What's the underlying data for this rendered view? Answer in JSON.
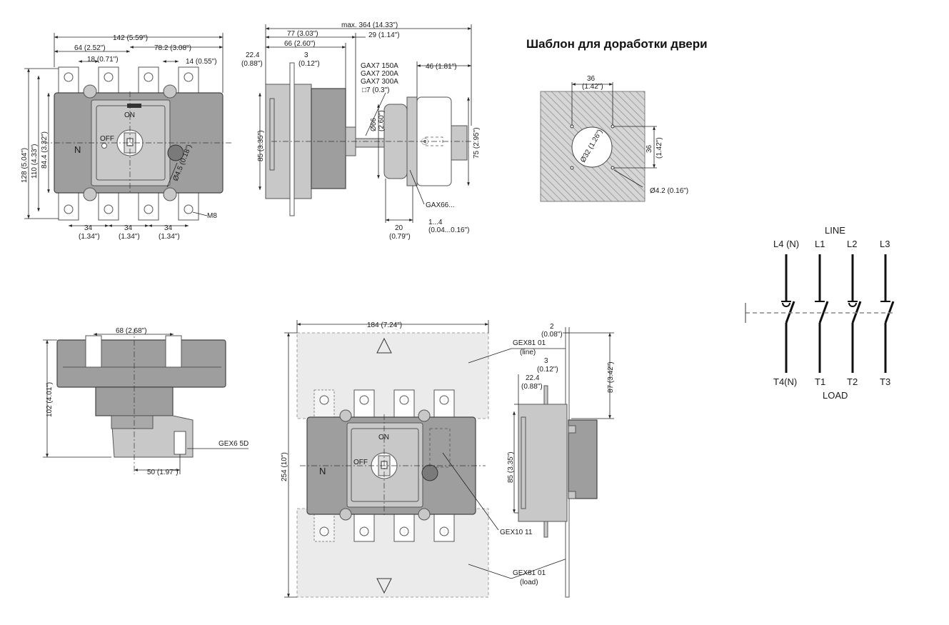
{
  "door_template": {
    "title": "Шаблон для доработки двери",
    "dim_h_mm": "36",
    "dim_h_in": "(1.42\")",
    "dim_v_mm": "36",
    "dim_v_in": "(1.42\")",
    "hole_dia": "Ø32 (1.26\")",
    "small_hole": "Ø4.2 (0.16\")"
  },
  "front_view": {
    "dim_total": "142 (5.59\")",
    "dim_left": "64 (2.52\")",
    "dim_right": "78.2 (3.08\")",
    "dim_tab": "18 (0.71\")",
    "dim_tab_right": "14 (0.55\")",
    "dim_h_total": "128 (5.04\")",
    "dim_h_mid": "110 (4.33\")",
    "dim_h_body": "84.4 (3.32\")",
    "neutral_label": "N",
    "off_label": "OFF",
    "on_label": "ON",
    "hole_label": "Ø4.5 (0.18\")",
    "screw_label": "M8",
    "pitch_mm": "34",
    "pitch_in": "(1.34\")"
  },
  "side_view": {
    "dim_max": "max. 364 (14.33\")",
    "dim_77": "77 (3.03\")",
    "dim_29": "29 (1.14\")",
    "dim_66": "66 (2.60\")",
    "dim_224_mm": "22.4",
    "dim_224_in": "(0.88\")",
    "dim_3_mm": "3",
    "dim_3_in": "(0.12\")",
    "dim_85": "85 (3.35\")",
    "gax_150": "GAX7 150A",
    "gax_200": "GAX7 200A",
    "gax_300": "GAX7 300A",
    "gax_sq": "□7 (0.3\")",
    "dim_46": "46 (1.81\")",
    "dim_66d_mm": "Ø66",
    "dim_66d_in": "(2.60\")",
    "dim_75": "75 (2.95\")",
    "gax66": "GAX66...",
    "dim_20_mm": "20",
    "dim_20_in": "(0.79\")",
    "dim_14_mm": "1...4",
    "dim_14_in": "(0.04...0.16\")"
  },
  "bottom_view": {
    "dim_68": "68 (2.68\")",
    "dim_102": "102 (4.01\")",
    "dim_50": "50 (1.97\")",
    "gex6": "GEX6 5D"
  },
  "shroud_view": {
    "dim_184": "184 (7.24\")",
    "dim_254": "254 (10\")",
    "gex81_line": "GEX81 01",
    "line_note": "(line)",
    "gex81_load": "GEX81 01",
    "load_note": "(load)",
    "gex10": "GEX10 11",
    "neutral_label": "N",
    "off_label": "OFF",
    "on_label": "ON",
    "dim_2_mm": "2",
    "dim_2_in": "(0.08\")",
    "dim_3_mm": "3",
    "dim_3_in": "(0.12\")",
    "dim_224_mm": "22.4",
    "dim_224_in": "(0.88\")",
    "dim_87": "87 (3.42\")",
    "dim_85": "85 (3.35\")"
  },
  "schematic": {
    "line_title": "LINE",
    "load_title": "LOAD",
    "top_labels": [
      "L4 (N)",
      "L1",
      "L2",
      "L3"
    ],
    "bottom_labels": [
      "T4(N)",
      "T1",
      "T2",
      "T3"
    ]
  }
}
